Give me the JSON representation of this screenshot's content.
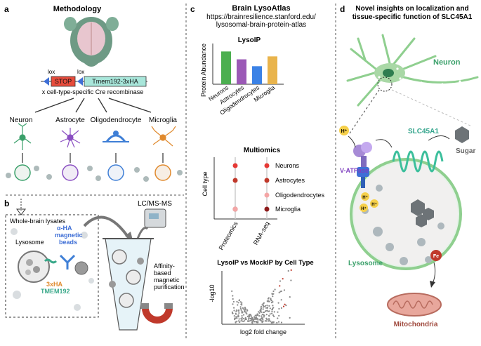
{
  "panel_a": {
    "letter": "a",
    "title": "Methodology",
    "lox_left": "lox",
    "lox_right": "lox",
    "stop_label": "STOP",
    "construct_label": "Tmem192-3xHA",
    "cre_label": "x cell-type-specific Cre recombinase",
    "cell_types": [
      {
        "label": "Neuron",
        "color": "#3aa06a"
      },
      {
        "label": "Astrocyte",
        "color": "#8a4fc2"
      },
      {
        "label": "Oligodendrocyte",
        "color": "#3f7fd6"
      },
      {
        "label": "Microglia",
        "color": "#e08a2e"
      }
    ]
  },
  "panel_b": {
    "letter": "b",
    "lysates_label": "Whole-brain lysates",
    "lcms_label": "LC/MS-MS",
    "lysosome_label": "Lysosome",
    "tag_label": "3xHA",
    "tmem_label": "TMEM192",
    "bead_label_1": "α-HA",
    "bead_label_2": "magnetic",
    "bead_label_3": "beads",
    "purif_1": "Affinity-",
    "purif_2": "based",
    "purif_3": "magnetic",
    "purif_4": "purification"
  },
  "panel_c": {
    "letter": "c",
    "title": "Brain LysoAtlas",
    "url_1": "https://brainresilience.stanford.edu/",
    "url_2": "lysosomal-brain-protein-atlas",
    "bar_chart": {
      "title": "LysoIP",
      "ylabel": "Protein Abundance",
      "categories": [
        "Neurons",
        "Astrocytes",
        "Oligodendrocytes",
        "Microglia"
      ],
      "values": [
        1.0,
        0.76,
        0.55,
        0.85
      ],
      "colors": [
        "#4caf50",
        "#9b59b6",
        "#3b82e6",
        "#e9b44c"
      ],
      "ylim": [
        0,
        1.2
      ]
    },
    "dot_plot": {
      "title": "Multiomics",
      "ylabel": "Cell type",
      "columns": [
        "Proteomics",
        "RNA-seq"
      ],
      "rows": [
        "Neurons",
        "Astrocytes",
        "Oligodendrocytes",
        "Microglia"
      ],
      "colors": [
        "#e53935",
        "#c0392b",
        "#f4a6a6",
        "#8e1b1b"
      ]
    },
    "volcano": {
      "title": "LysoIP vs MockIP by Cell Type",
      "xlabel": "log2 fold change",
      "ylabel": "-log10"
    }
  },
  "panel_d": {
    "letter": "d",
    "title_1": "Novel insights on localization and",
    "title_2": "tissue-specific function of SLC45A1",
    "neuron_label": "Neuron",
    "proton": "H⁺",
    "vatpase_label": "V-ATPase",
    "slc_label": "SLC45A1",
    "sugar_label": "Sugar",
    "lysosome_label": "Lysosome",
    "fe_label": "Fe",
    "mito_label": "Mitochondria"
  }
}
